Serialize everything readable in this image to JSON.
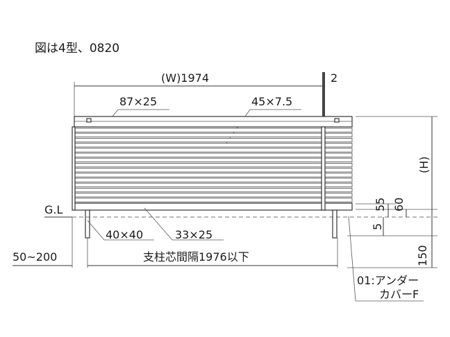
{
  "caption": "図は4型、0820",
  "dimensions": {
    "width": "(W)1974",
    "post_thickness": "2",
    "frame_section": "87×25",
    "slat_section": "45×7.5",
    "height": "(H)",
    "gap_55": "55",
    "gap_60": "60",
    "gap_5": "5",
    "embed_150": "150",
    "post_section": "40×40",
    "bottom_rail": "33×25",
    "clearance": "50~200",
    "post_spacing": "支柱芯間隔1976以下"
  },
  "labels": {
    "ground_level": "G.L",
    "accessory_line1": "01:アンダー",
    "accessory_line2": "カバーF"
  }
}
